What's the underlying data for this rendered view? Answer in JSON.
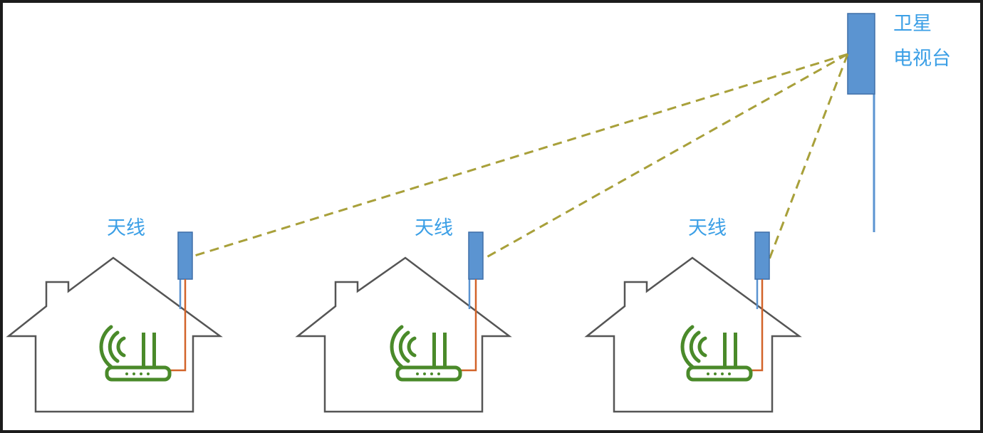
{
  "labels": {
    "antenna": "天线",
    "station_line1": "卫星",
    "station_line2": "电视台"
  },
  "colors": {
    "label_text": "#3b9fe6",
    "antenna_fill": "#5b94d1",
    "antenna_stroke": "#3f6fa8",
    "pole": "#5b94d1",
    "signal_line": "#a8a03a",
    "cable": "#d2642a",
    "router": "#4a8a2a",
    "house_outline": "#555555"
  },
  "icons": {
    "house": "house-outline-icon",
    "router": "wifi-router-icon",
    "antenna": "antenna-panel-icon",
    "tower": "broadcast-tower-icon"
  },
  "houses": [
    {
      "label": "天线"
    },
    {
      "label": "天线"
    },
    {
      "label": "天线"
    }
  ]
}
